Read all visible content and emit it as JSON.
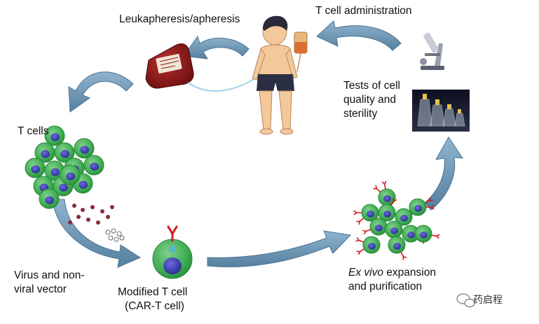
{
  "labels": {
    "leukapheresis": "Leukapheresis/apheresis",
    "t_cell_administration": "T cell administration",
    "tests_line1": "Tests of cell",
    "tests_line2": "quality and",
    "tests_line3": "sterility",
    "t_cells": "T cells",
    "virus_line1": "Virus and non-",
    "virus_line2": "viral vector",
    "modified_line1": "Modified T cell",
    "modified_line2": "(CAR-T cell)",
    "expansion_italic": "Ex vivo",
    "expansion_rest": " expansion",
    "expansion_line2": "and purification"
  },
  "watermark": {
    "text": "药启程"
  },
  "colors": {
    "arrow": "#6f97b6",
    "arrow_dark": "#4e7392",
    "cell_body": "#3cab50",
    "cell_nucleus": "#3a3aa8",
    "blood_bag": "#8b1a1a",
    "car_receptor": "#d11c1c"
  },
  "icons": {
    "person": "patient-figure-icon",
    "blood_bag": "blood-bag-icon",
    "microscope": "microscope-icon",
    "flasks": "culture-flasks-icon"
  }
}
